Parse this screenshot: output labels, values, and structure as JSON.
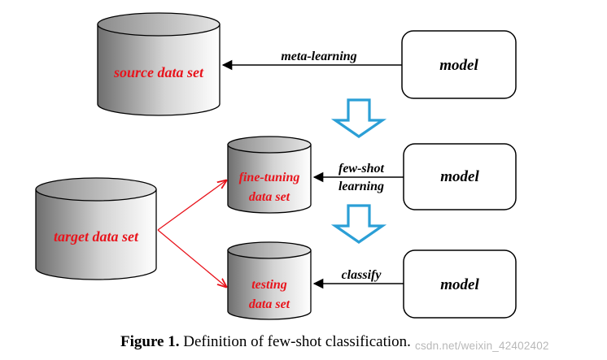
{
  "diagram": {
    "source_db_label": "source data set",
    "finetune_db_label_1": "fine-tuning",
    "finetune_db_label_2": "data set",
    "target_db_label": "target data set",
    "testing_db_label_1": "testing",
    "testing_db_label_2": "data set",
    "model_top": "model",
    "model_mid": "model",
    "model_bottom": "model",
    "edge_meta": "meta-learning",
    "edge_fewshot_1": "few-shot",
    "edge_fewshot_2": "learning",
    "edge_classify": "classify"
  },
  "caption": {
    "figure_label": "Figure 1.",
    "text": " Definition of few-shot classification."
  },
  "watermark": "csdn.net/weixin_42402402",
  "colors": {
    "db_label": "#e8141c",
    "red_arrow": "#e8141c",
    "down_arrow": "#2b9fd6",
    "text": "#000000"
  }
}
